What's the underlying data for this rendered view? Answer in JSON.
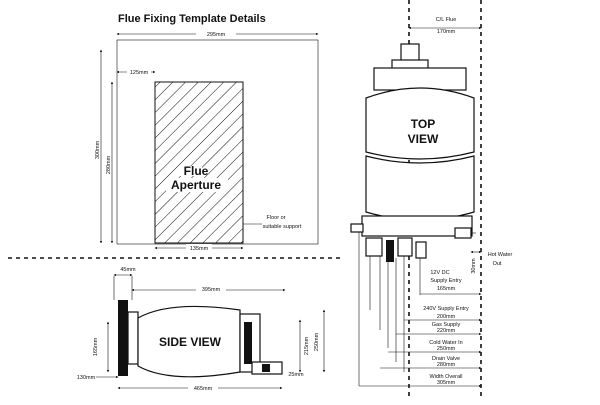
{
  "title": "Flue Fixing Template Details",
  "template": {
    "width_top": "295mm",
    "offset_left": "125mm",
    "height_outer": "300mm",
    "height_inner": "280mm",
    "aperture_label_1": "Flue",
    "aperture_label_2": "Aperture",
    "aperture_width": "135mm",
    "floor_label_1": "Floor or",
    "floor_label_2": "suitable support"
  },
  "top_view": {
    "label_1": "TOP",
    "label_2": "VIEW",
    "cl_flue_label": "C/L Flue",
    "cl_flue_value": "170mm",
    "hot_water_1": "Hot Water",
    "hot_water_2": "Out",
    "hot_water_dim": "30mm",
    "dims": [
      {
        "label": "12V DC",
        "value": ""
      },
      {
        "label": "Supply Entry",
        "value": "165mm"
      },
      {
        "label": "240V Supply Entry",
        "value": "200mm"
      },
      {
        "label": "Gas Supply",
        "value": "220mm"
      },
      {
        "label": "Cold Water In",
        "value": "250mm"
      },
      {
        "label": "Drain Valve",
        "value": "280mm"
      },
      {
        "label": "Width Overall",
        "value": "305mm"
      }
    ]
  },
  "side_view": {
    "label": "SIDE VIEW",
    "dim_45": "45mm",
    "dim_395": "395mm",
    "dim_465": "465mm",
    "dim_165": "165mm",
    "dim_130": "130mm",
    "dim_215": "215mm",
    "dim_250": "250mm",
    "dim_25": "25mm"
  }
}
